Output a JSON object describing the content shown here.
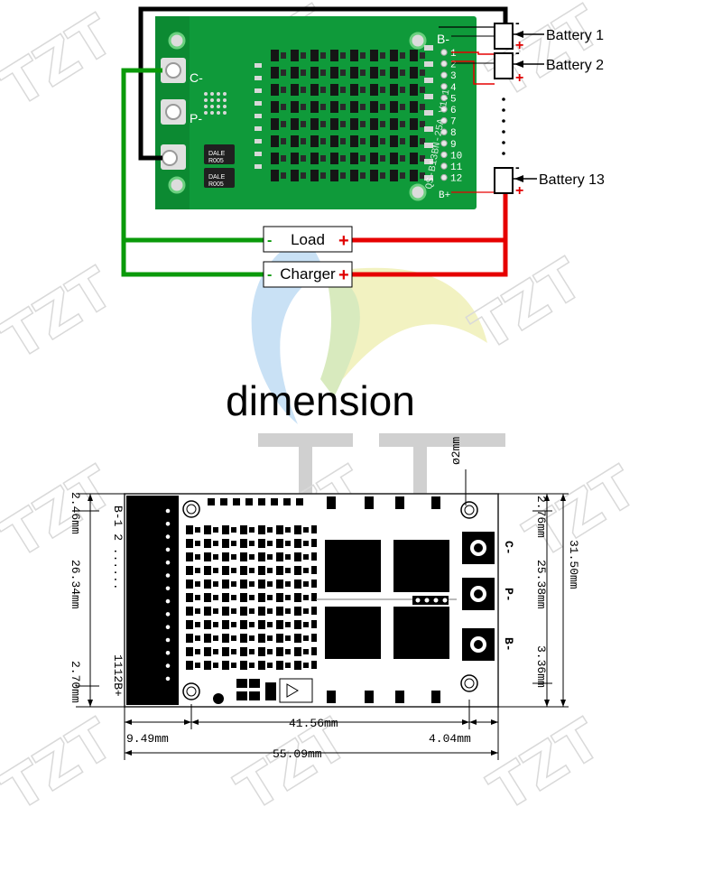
{
  "watermark": {
    "text": "TZT"
  },
  "wiring": {
    "pcb": {
      "terminals": [
        "C-",
        "P-"
      ],
      "header_label": "B-",
      "pin_numbers": [
        "1",
        "2",
        "3",
        "4",
        "5",
        "6",
        "7",
        "8",
        "9",
        "10",
        "11",
        "12"
      ],
      "last_pin": "B+",
      "board_text": "QS-B13BN-25A V1.1",
      "resistor_text": [
        "DALE",
        "R005"
      ]
    },
    "batteries": [
      "Battery 1",
      "Battery 2",
      "Battery 13"
    ],
    "load_label": "Load",
    "charger_label": "Charger",
    "plus_sign": "+",
    "minus_sign": "-"
  },
  "dimension_section": {
    "title": "dimension",
    "board_labels": {
      "top": "B-1 2 ......",
      "bottom": "1112B+"
    },
    "terminals": [
      "C-",
      "P-",
      "B-"
    ],
    "hole": "ø2mm",
    "dims": {
      "left_top": "2.46mm",
      "left_mid": "26.34mm",
      "left_bottom": "2.70mm",
      "right_top": "2.76mm",
      "right_mid": "25.38mm",
      "right_overall": "31.50mm",
      "right_bottom": "3.36mm",
      "bottom_left": "9.49mm",
      "bottom_mid": "41.56mm",
      "bottom_right": "4.04mm",
      "bottom_overall": "55.09mm"
    }
  },
  "colors": {
    "pcb_green": "#0f9a3a",
    "wire_black": "#000000",
    "wire_red": "#e60000",
    "wire_green": "#0a9a0a",
    "logo_blue": "#9ec9ee",
    "logo_yellow": "#e8e890"
  }
}
